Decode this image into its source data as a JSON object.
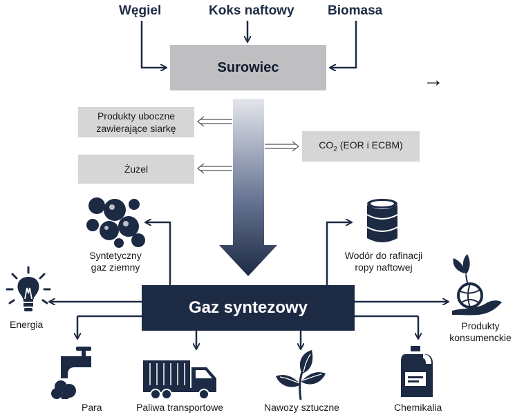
{
  "sources": {
    "coal": "Węgiel",
    "petcoke": "Koks naftowy",
    "biomass": "Biomasa"
  },
  "feedstock": "Surowiec",
  "byproducts": {
    "sulfur_line1": "Produkty uboczne",
    "sulfur_line2": "zawierające siarkę",
    "slag": "Żużel",
    "co2_main": "CO",
    "co2_sub": "2",
    "co2_rest": " (EOR i ECBM)"
  },
  "syngas": "Gaz syntezowy",
  "outputs": {
    "sng_line1": "Syntetyczny",
    "sng_line2": "gaz ziemny",
    "hydrogen_line1": "Wodór do rafinacji",
    "hydrogen_line2": "ropy naftowej",
    "energy": "Energia",
    "consumer_line1": "Produkty",
    "consumer_line2": "konsumenckie",
    "steam": "Para",
    "fuels": "Paliwa transportowe",
    "fertilizers": "Nawozy sztuczne",
    "chemicals": "Chemikalia"
  },
  "corner_arrow": "→",
  "colors": {
    "navy": "#1d2a44",
    "box_grey": "#d6d6d6",
    "feed_grey": "#bfbfc2"
  }
}
